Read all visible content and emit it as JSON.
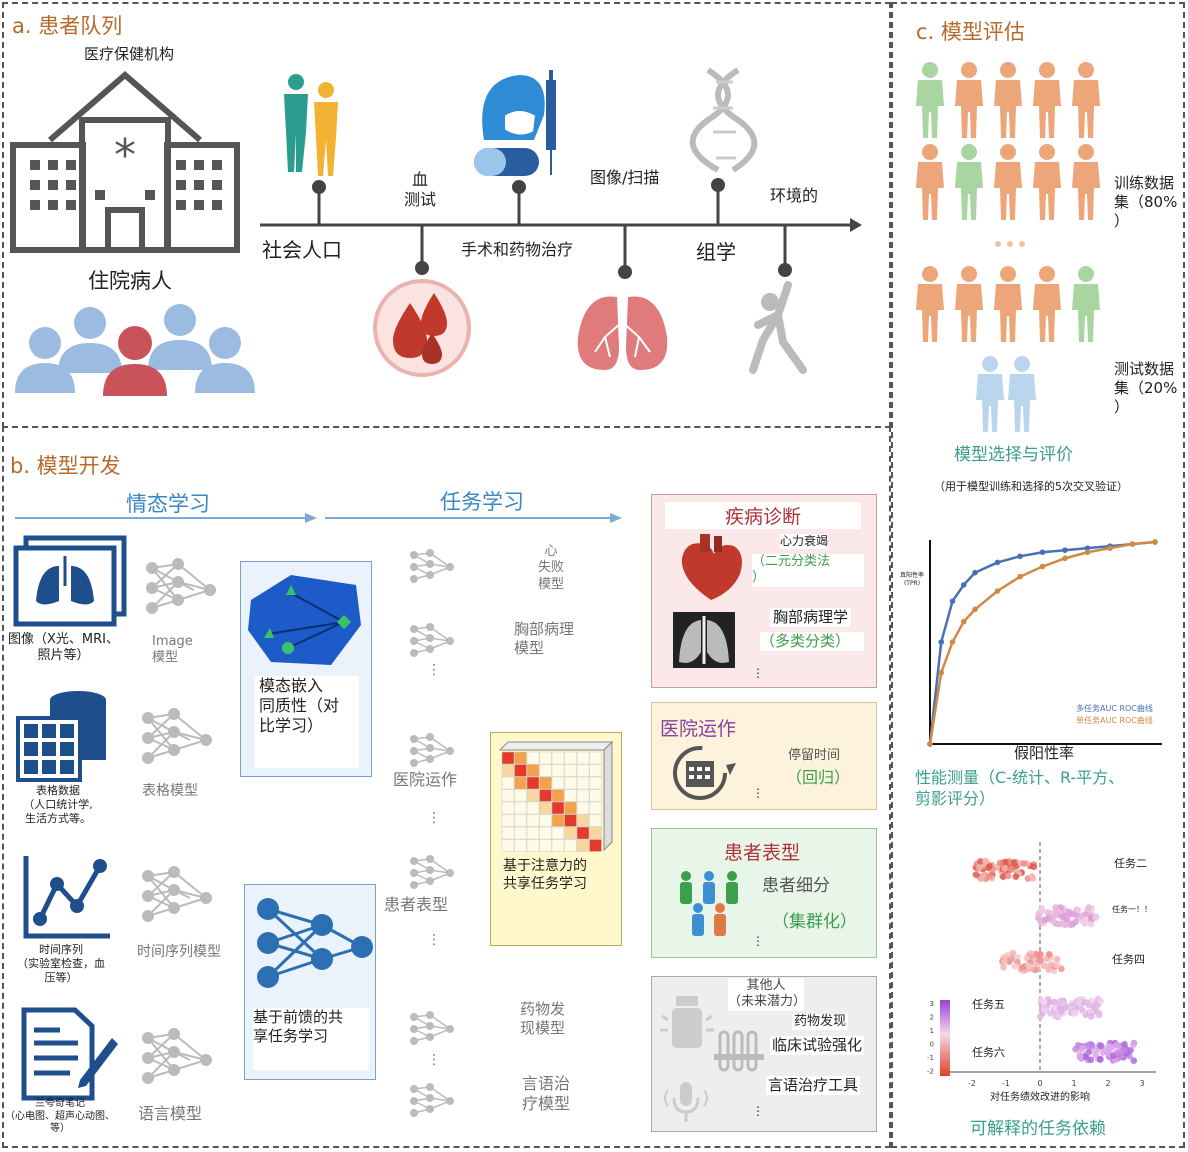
{
  "colors": {
    "orange_title": "#b86a2c",
    "blue": "#3a86c4",
    "green": "#2e8b57",
    "pink_bg": "#fbe9ea",
    "yellow_bg": "#fdf3dc",
    "green_bg": "#e8f5e9",
    "grey_bg": "#eeeeee"
  },
  "panel_a": {
    "title": "a. 患者队列",
    "facility": "医疗保健机构",
    "inpatients": "住院病人",
    "timeline": {
      "top_labels": [
        "血\n测试",
        "图像/扫描",
        "环境的"
      ],
      "bottom_labels": [
        "社会人口",
        "手术和药物治疗",
        "组学"
      ]
    }
  },
  "panel_b": {
    "title": "b. 模型开发",
    "sentiment": "情态学习",
    "task": "任务学习",
    "inputs": [
      {
        "label": "图像（X光、MRI、照片等）",
        "model": "Image\n模型",
        "icon": "lung-xray-icon"
      },
      {
        "label": "表格数据\n（人口统计学,\n生活方式等。",
        "model": "表格模型",
        "icon": "table-database-icon"
      },
      {
        "label": "时间序列\n（实验室检查，血\n压等）",
        "model": "时间序列模型",
        "icon": "timeseries-chart-icon"
      },
      {
        "label": "兰夸奇笔记\n（心电图、超声心动图、\n等）",
        "model": "语言模型",
        "icon": "document-pen-icon"
      }
    ],
    "embed_box": "模态嵌入\n同质性（对\n比学习）",
    "feedforward_box": "基于前馈的共\n享任务学习",
    "attention_box": "基于注意力的\n共享任务学习",
    "task_models": [
      "心\n失败\n模型",
      "胸部病理\n模型",
      "医院运作",
      "患者表型",
      "药物发\n现模型",
      "言语治\n疗模型"
    ],
    "ellipsis": "⋮",
    "outcomes": {
      "disease": {
        "title": "疾病诊断",
        "heart": "心力衰竭",
        "heart_type": "（二元分类法\n）",
        "chest": "胸部病理学",
        "chest_type": "（多类分类）"
      },
      "hospital": {
        "title": "医院运作",
        "item": "停留时间",
        "type": "（回归）"
      },
      "phenotype": {
        "title": "患者表型",
        "item": "患者细分",
        "type": "（集群化）"
      },
      "other": {
        "title": "其他人\n（未来潜力）",
        "items": [
          "药物发现",
          "临床试验强化",
          "言语治疗工具"
        ]
      }
    }
  },
  "panel_c": {
    "title": "c. 模型评估",
    "train": "训练数据\n集（80%\n）",
    "test": "测试数据\n集（20%\n）",
    "selection": "模型选择与评价",
    "cv": "（用于模型训练和选择的5次交叉验证）",
    "tpr_label": "真阳性率\n(TPR)",
    "fpr_label": "假阳性率",
    "legend": [
      "多任务AUC ROC曲线",
      "单任务AUC ROC曲线"
    ],
    "perf": "性能测量（C-统计、R-平方、\n剪影评分）",
    "tasks": [
      "任务二",
      "任务一！！",
      "任务四",
      "任务五",
      "任务六"
    ],
    "x_axis": "对任务绩效改进的影响",
    "x_ticks": [
      "-2",
      "-1",
      "0",
      "1",
      "2",
      "3"
    ],
    "cbar_ticks": [
      "3",
      "2",
      "1",
      "0",
      "-1",
      "-2"
    ],
    "footer": "可解释的任务依赖"
  },
  "chart_data": {
    "type": "line",
    "xlabel": "假阳性率",
    "ylabel": "真阳性率\n(TPR)",
    "series": [
      {
        "name": "多任务AUC ROC曲线",
        "color": "#4a6fb5",
        "x": [
          0,
          0.05,
          0.1,
          0.15,
          0.2,
          0.3,
          0.4,
          0.5,
          0.6,
          0.7,
          0.8,
          0.9,
          1.0
        ],
        "y": [
          0,
          0.5,
          0.7,
          0.78,
          0.84,
          0.89,
          0.92,
          0.94,
          0.95,
          0.96,
          0.97,
          0.98,
          0.99
        ]
      },
      {
        "name": "单任务AUC ROC曲线",
        "color": "#d08a46",
        "x": [
          0,
          0.05,
          0.1,
          0.15,
          0.2,
          0.3,
          0.4,
          0.5,
          0.6,
          0.7,
          0.8,
          0.9,
          1.0
        ],
        "y": [
          0,
          0.35,
          0.5,
          0.6,
          0.66,
          0.75,
          0.82,
          0.87,
          0.91,
          0.94,
          0.96,
          0.98,
          0.99
        ]
      }
    ]
  }
}
